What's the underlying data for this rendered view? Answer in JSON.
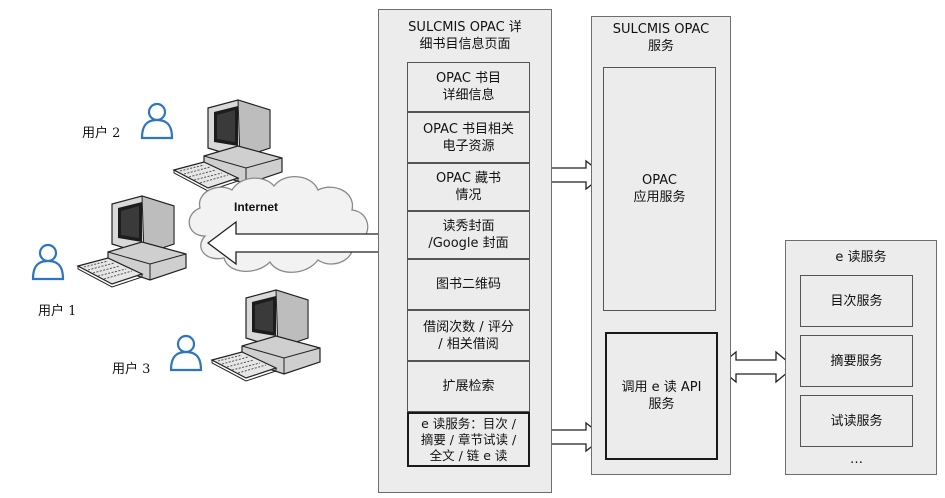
{
  "users": [
    {
      "label": "用户 2"
    },
    {
      "label": "用户 1"
    },
    {
      "label": "用户 3"
    }
  ],
  "internet_label": "Internet",
  "detail_panel": {
    "title": "SULCMIS OPAC 详\n细书目信息页面",
    "items": [
      "OPAC 书目\n详细信息",
      "OPAC 书目相关\n电子资源",
      "OPAC 藏书\n情况",
      "读秀封面\n/Google 封面",
      "图书二维码",
      "借阅次数 / 评分\n/ 相关借阅",
      "扩展检索",
      "e 读服务：目次 /\n摘要 / 章节试读 /\n全文 / 链 e 读"
    ]
  },
  "service_panel": {
    "title": "SULCMIS OPAC\n服务",
    "app_service": "OPAC\n应用服务",
    "api_service": "调用 e 读 API\n服务"
  },
  "eread_panel": {
    "title": "e 读服务",
    "items": [
      "目次服务",
      "摘要服务",
      "试读服务"
    ],
    "more": "…"
  }
}
